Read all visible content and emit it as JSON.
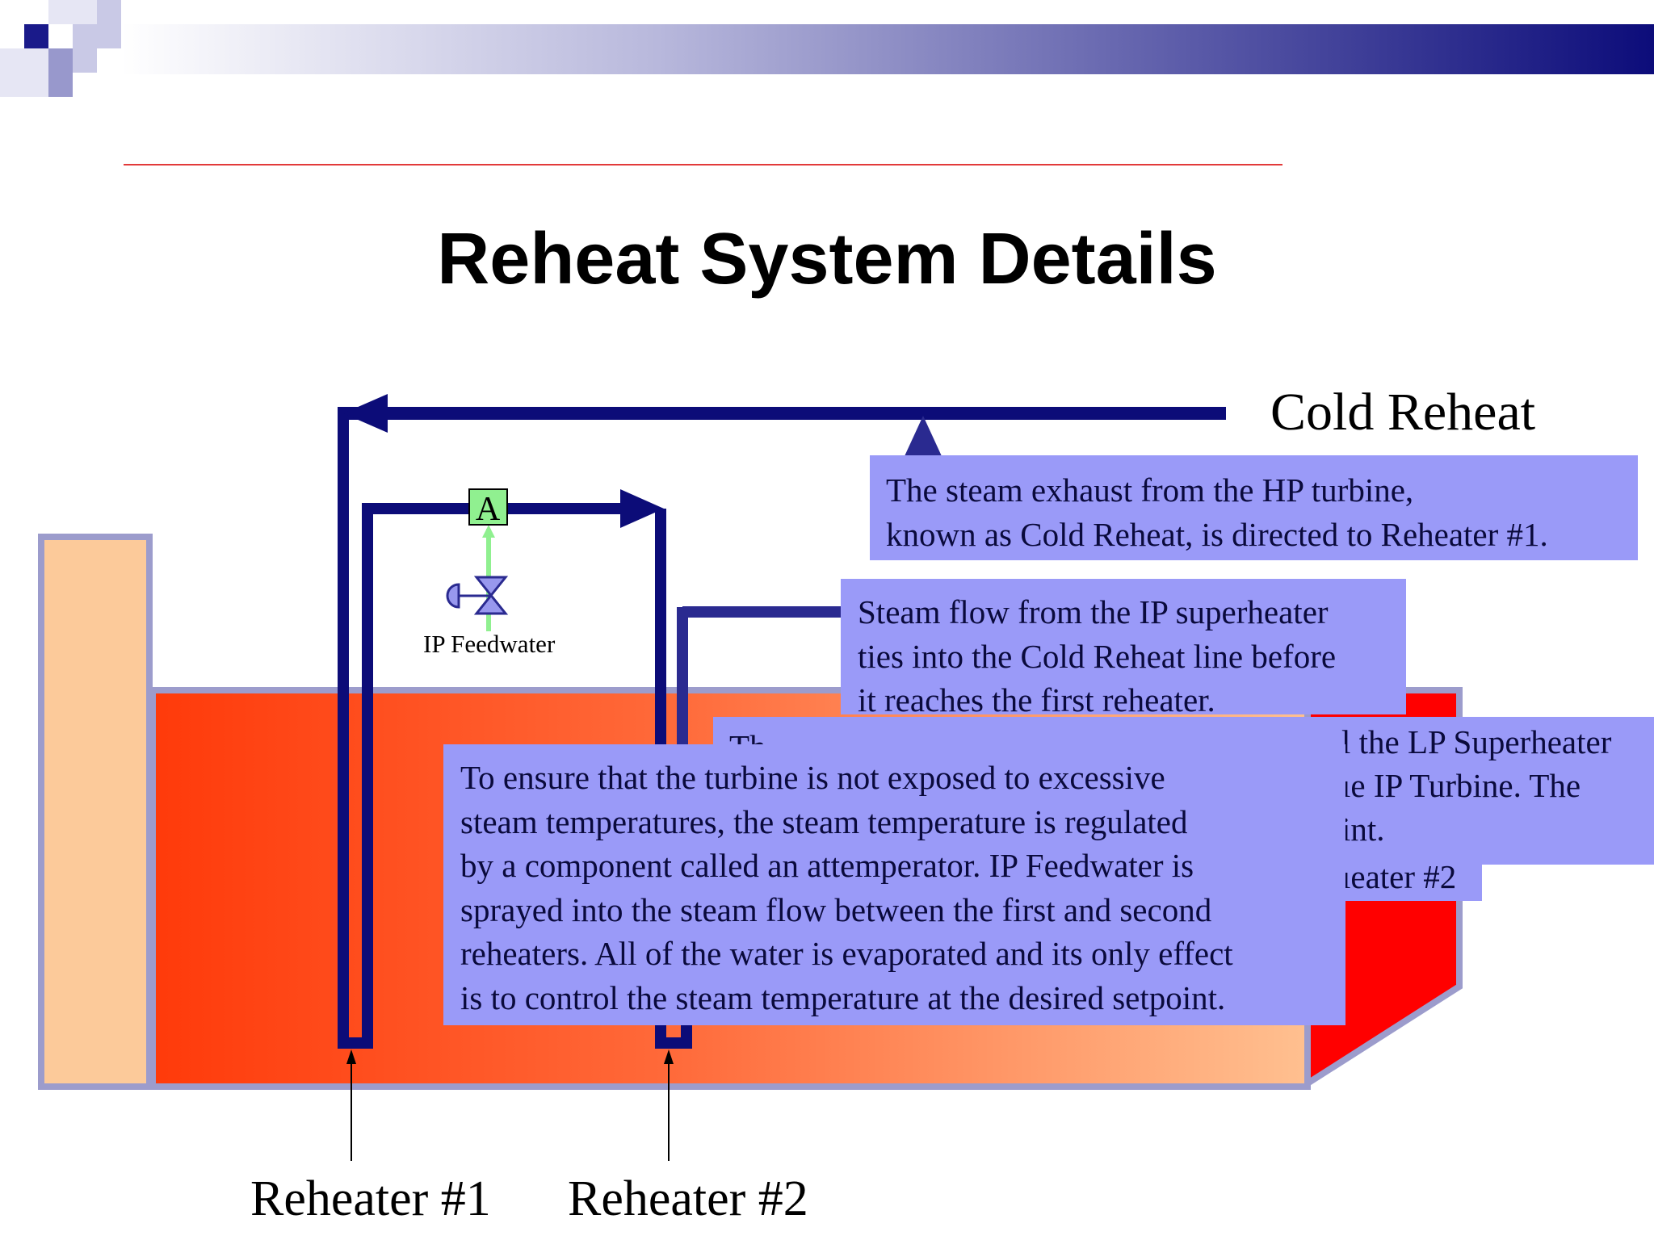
{
  "slide": {
    "title": "Reheat System Details"
  },
  "labels": {
    "cold_reheat": "Cold Reheat",
    "reheater_1": "Reheater #1",
    "reheater_2": "Reheater #2",
    "ip_feedwater": "IP Feedwater",
    "attemperator_tag": "A"
  },
  "callouts": {
    "cold_reheat_note": [
      "The steam exhaust from the HP turbine,",
      "known as Cold Reheat, is directed to Reheater #1."
    ],
    "ip_superheater_note": [
      "Steam flow from the IP superheater",
      "ties into the Cold Reheat line before",
      "it reaches the first reheater."
    ],
    "hidden_note_fragments": [
      "Th",
      "l the LP Superheater",
      "ıe IP Turbine.  The",
      "int.",
      "ıeater #2"
    ],
    "attemperator_note": [
      "To ensure that the turbine is not exposed to excessive",
      "steam temperatures, the steam temperature is regulated",
      "by a component called an attemperator.  IP Feedwater is",
      "sprayed into the steam flow between the first and second",
      "reheaters. All of the water is evaporated and its only effect",
      "is to control the steam temperature at the desired setpoint."
    ]
  },
  "colors": {
    "pipe": "#0c0c78",
    "callout_fill": "#9a9af8",
    "duct_gradient_start": "#ff3a0a",
    "duct_gradient_end": "#ffc090",
    "stack": "#fcca9a",
    "outline": "#9c9ccc",
    "feedwater_line": "#90f090",
    "attemperator_box": "#90f090"
  }
}
